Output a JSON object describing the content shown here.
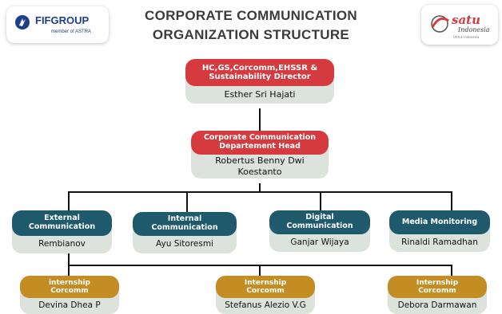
{
  "title": {
    "line1": "CORPORATE COMMUNICATION",
    "line2": "ORGANIZATION STRUCTURE"
  },
  "logo_left": {
    "brand": "FIFGROUP",
    "tagline": "member of ASTRA"
  },
  "logo_right": {
    "brand": "satu",
    "sub": "Indonesia",
    "tagline": "Untuk Indonesia"
  },
  "colors": {
    "director": "#d53a3f",
    "department": "#1e5a6c",
    "intern": "#c38d23",
    "name_panel": "#dce3dc"
  },
  "director": {
    "role": "HC,GS,Corcomm,EHSSR & Sustainability Director",
    "name": "Esther Sri Hajati"
  },
  "head": {
    "role": "Corporate Communication Departement Head",
    "name": "Robertus Benny Dwi Koestanto"
  },
  "departments": [
    {
      "role": "External Communication",
      "name": "Rembianov"
    },
    {
      "role": "Internal Communication",
      "name": "Ayu Sitoresmi"
    },
    {
      "role": "Digital Communication",
      "name": "Ganjar Wijaya"
    },
    {
      "role": "Media Monitoring",
      "name": "Rinaldi Ramadhan"
    }
  ],
  "interns": [
    {
      "role": "internship Corcomm",
      "name": "Devina Dhea P"
    },
    {
      "role": "Internship Corcomm",
      "name": "Stefanus Alezio V.G"
    },
    {
      "role": "Internship Corcomm",
      "name": "Debora Darmawan"
    }
  ]
}
